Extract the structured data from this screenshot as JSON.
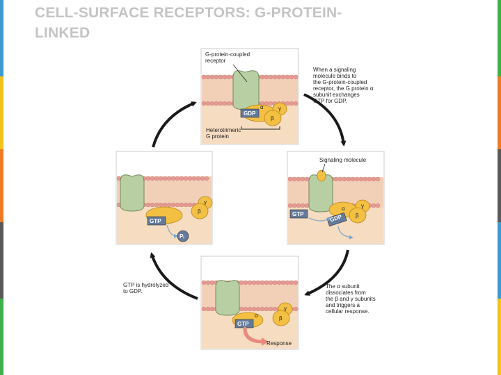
{
  "slide": {
    "title": "CELL-SURFACE RECEPTORS: G-PROTEIN-\nLINKED"
  },
  "labels": {
    "receptor": "G-protein-coupled\nreceptor",
    "heterotrimeric": "Heterotrimeric\nG protein",
    "signaling_molecule": "Signaling molecule",
    "step1": "When a signaling\nmolecule binds to\nthe G-protein-coupled\nreceptor, the G protein α\nsubunit exchanges\nGTP for GDP.",
    "step2": "The α subunit\ndissociates from\nthe β and γ subunits\nand triggers a\ncellular response.",
    "step3": "GTP is hydrolyzed\nto GDP.",
    "response": "Response",
    "gdp": "GDP",
    "gtp": "GTP",
    "alpha": "α",
    "beta": "β",
    "gamma": "γ",
    "pi": "Pᵢ"
  },
  "colors": {
    "membrane_head": "#e59a94",
    "membrane_tail": "#f2d0b8",
    "cytoplasm": "#f6dcc0",
    "receptor": "#b8cfa3",
    "g_protein": "#f3c043",
    "nucleotide_box": "#647a9a",
    "arrow": "#1a1a1a",
    "title": "#c4c4c4"
  }
}
